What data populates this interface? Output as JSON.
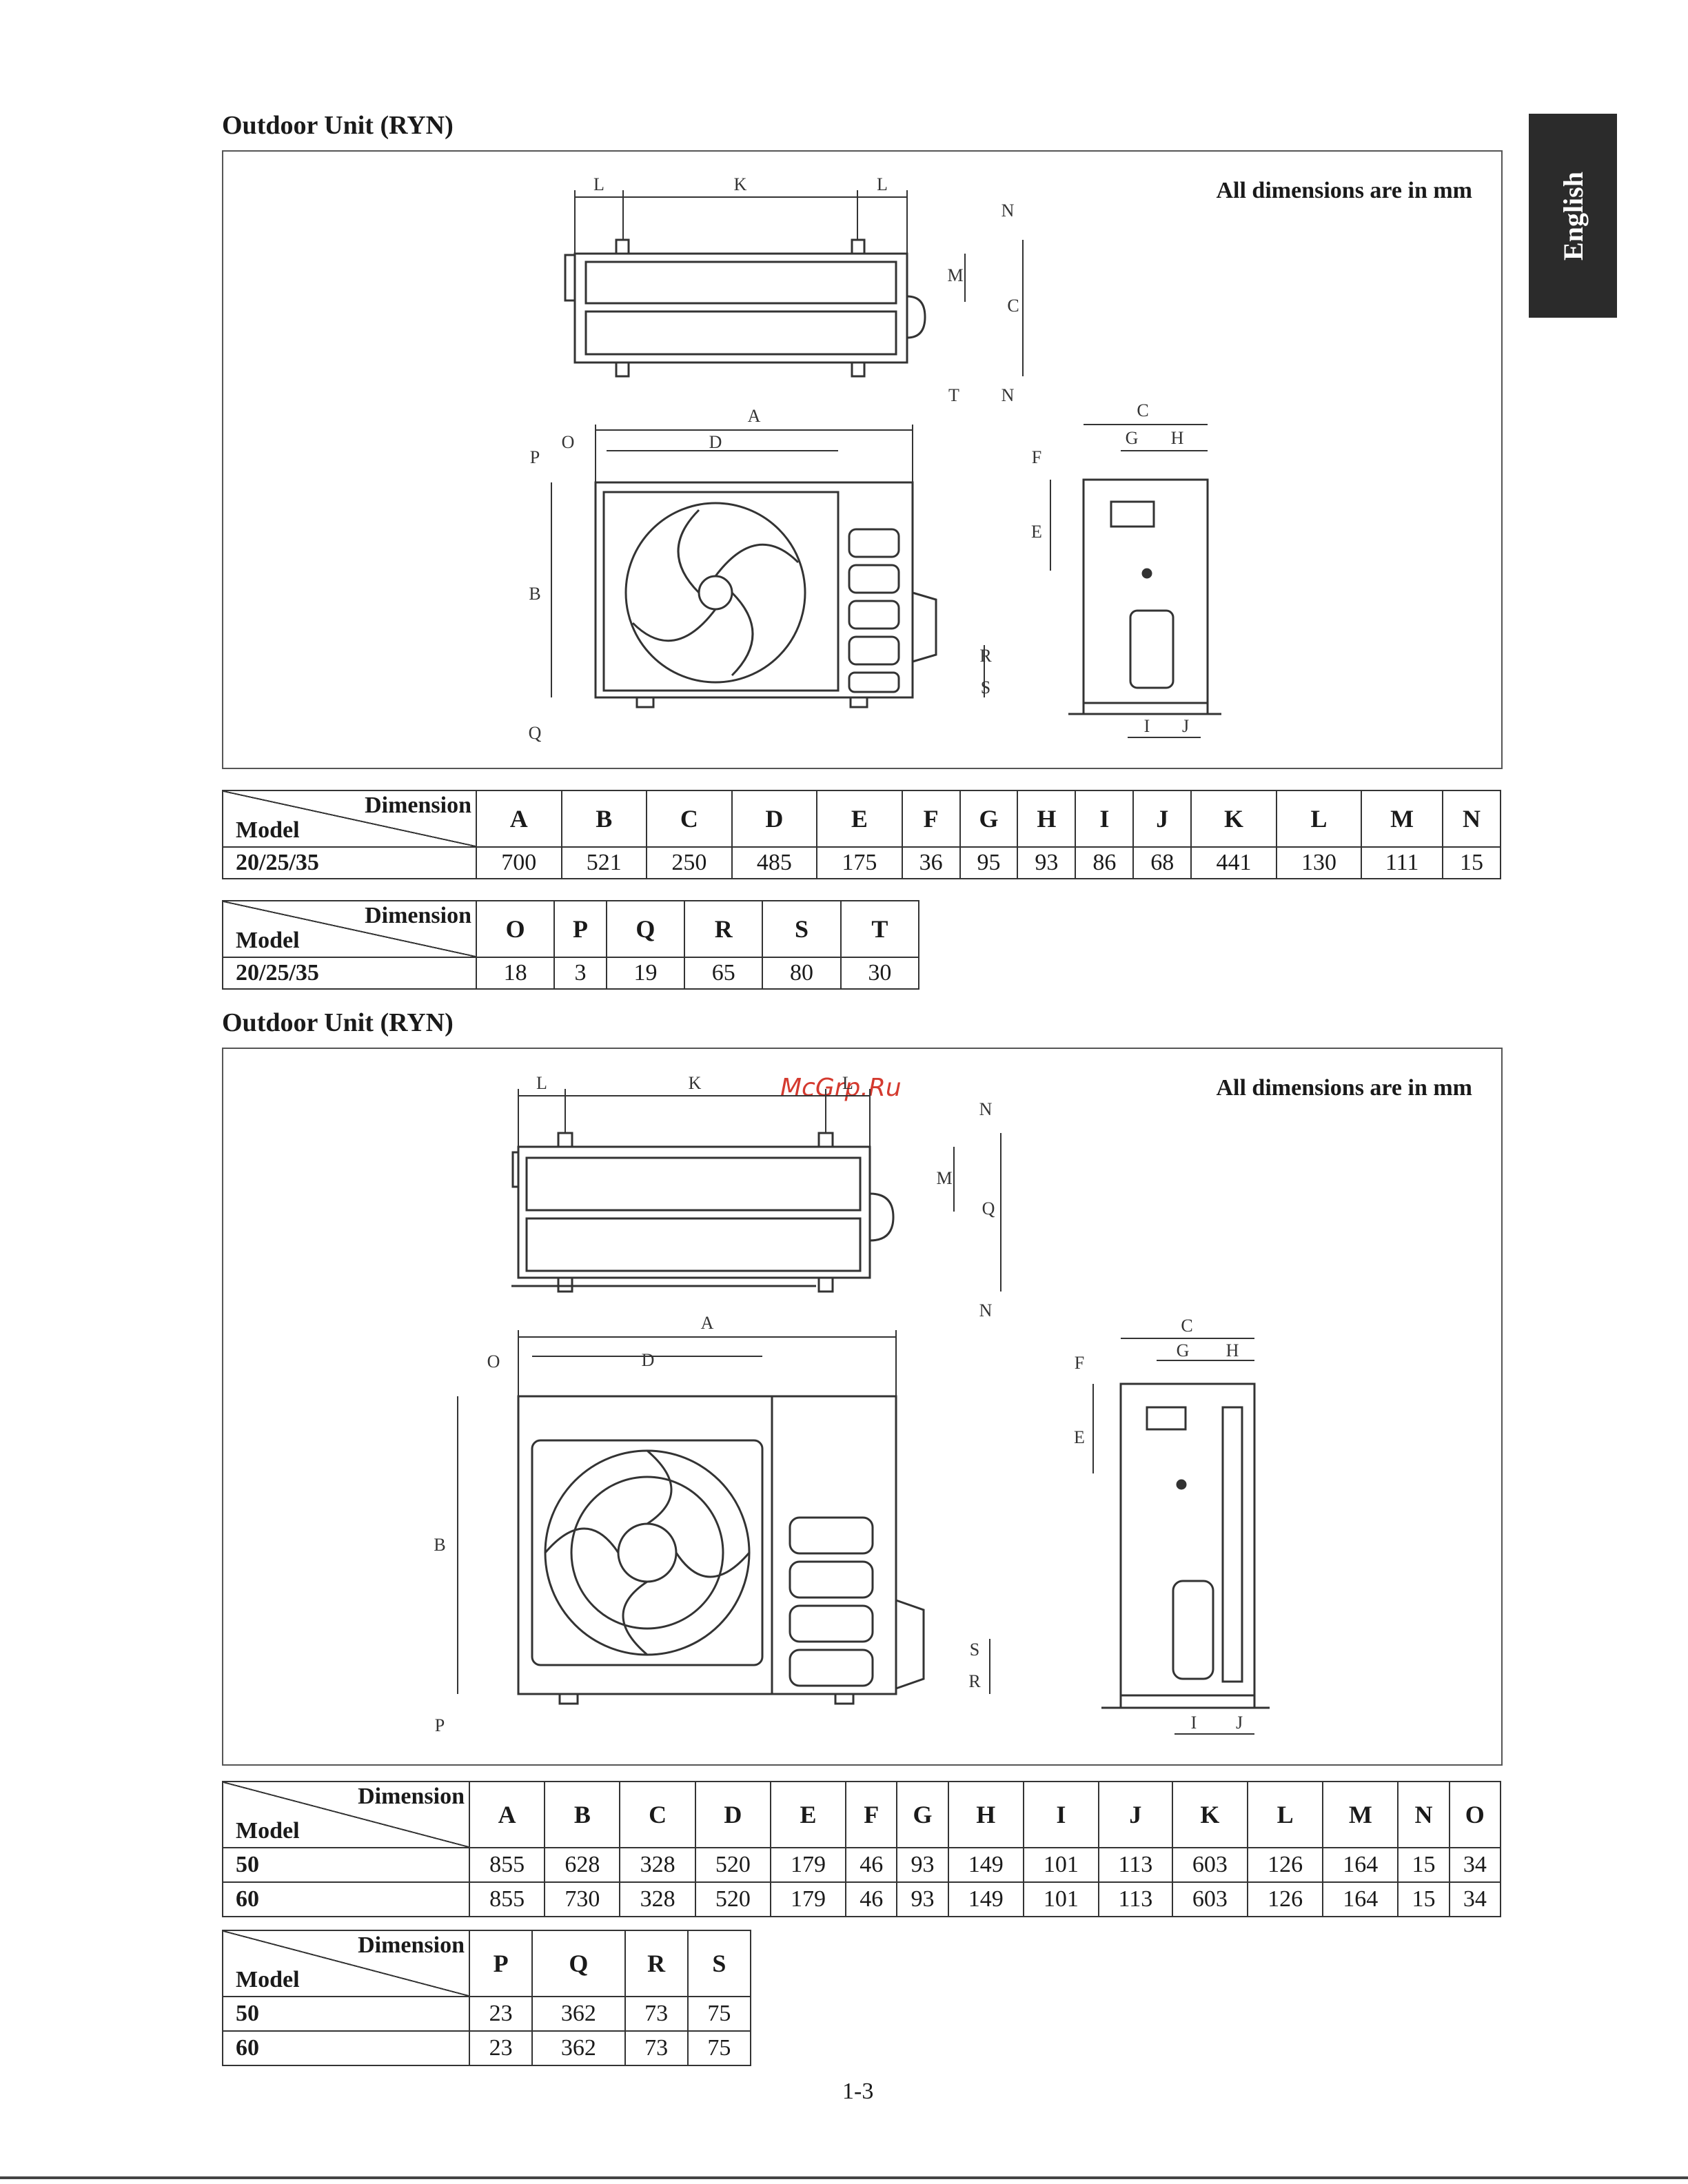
{
  "language_tab": "English",
  "watermark": "McGrp.Ru",
  "page_number": "1-3",
  "sections": [
    {
      "title": "Outdoor Unit (RYN)",
      "units_note": "All dimensions are in mm",
      "diagram_letters": [
        "A",
        "B",
        "C",
        "D",
        "E",
        "F",
        "G",
        "H",
        "I",
        "J",
        "K",
        "L",
        "M",
        "N",
        "O",
        "P",
        "Q",
        "R",
        "S",
        "T"
      ]
    },
    {
      "title": "Outdoor Unit (RYN)",
      "units_note": "All dimensions are in mm",
      "diagram_letters": [
        "A",
        "B",
        "C",
        "D",
        "E",
        "F",
        "G",
        "H",
        "I",
        "J",
        "K",
        "L",
        "M",
        "N",
        "O",
        "P",
        "Q",
        "R",
        "S"
      ]
    }
  ],
  "corner_dimension": "Dimension",
  "corner_model": "Model",
  "tables": [
    {
      "headers": [
        "A",
        "B",
        "C",
        "D",
        "E",
        "F",
        "G",
        "H",
        "I",
        "J",
        "K",
        "L",
        "M",
        "N"
      ],
      "rows": [
        {
          "model": "20/25/35",
          "values": [
            "700",
            "521",
            "250",
            "485",
            "175",
            "36",
            "95",
            "93",
            "86",
            "68",
            "441",
            "130",
            "111",
            "15"
          ]
        }
      ]
    },
    {
      "headers": [
        "O",
        "P",
        "Q",
        "R",
        "S",
        "T"
      ],
      "rows": [
        {
          "model": "20/25/35",
          "values": [
            "18",
            "3",
            "19",
            "65",
            "80",
            "30"
          ]
        }
      ]
    },
    {
      "headers": [
        "A",
        "B",
        "C",
        "D",
        "E",
        "F",
        "G",
        "H",
        "I",
        "J",
        "K",
        "L",
        "M",
        "N",
        "O"
      ],
      "rows": [
        {
          "model": "50",
          "values": [
            "855",
            "628",
            "328",
            "520",
            "179",
            "46",
            "93",
            "149",
            "101",
            "113",
            "603",
            "126",
            "164",
            "15",
            "34"
          ]
        },
        {
          "model": "60",
          "values": [
            "855",
            "730",
            "328",
            "520",
            "179",
            "46",
            "93",
            "149",
            "101",
            "113",
            "603",
            "126",
            "164",
            "15",
            "34"
          ]
        }
      ]
    },
    {
      "headers": [
        "P",
        "Q",
        "R",
        "S"
      ],
      "rows": [
        {
          "model": "50",
          "values": [
            "23",
            "362",
            "73",
            "75"
          ]
        },
        {
          "model": "60",
          "values": [
            "23",
            "362",
            "73",
            "75"
          ]
        }
      ]
    }
  ]
}
